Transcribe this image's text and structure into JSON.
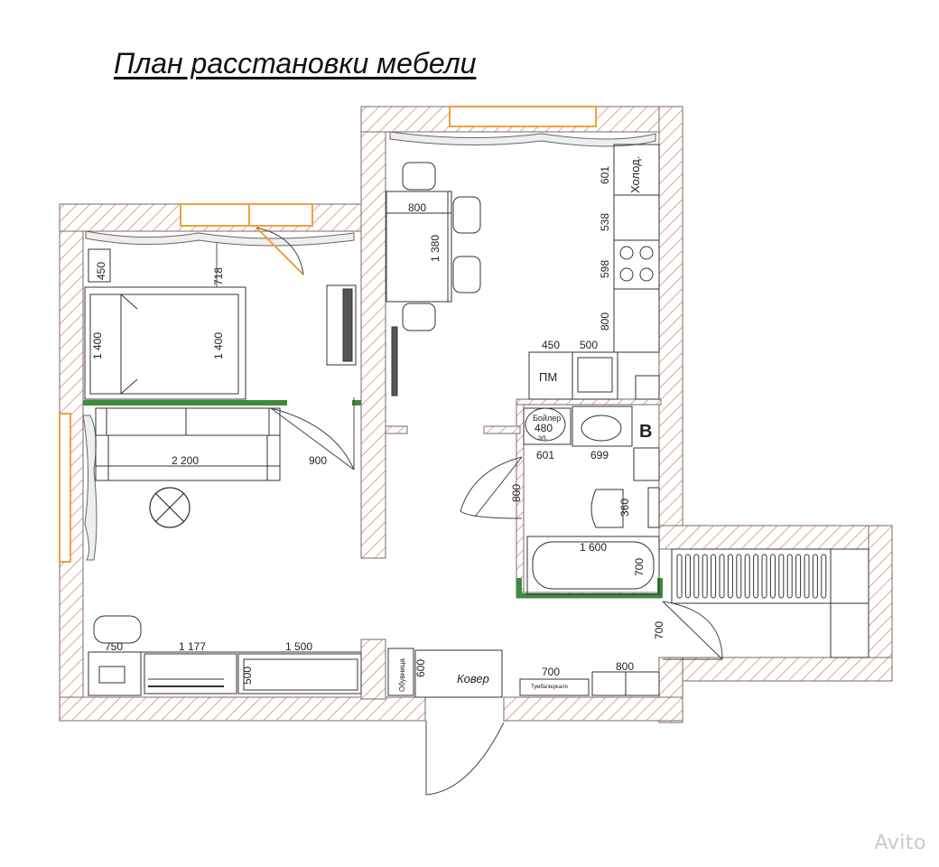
{
  "title": "План расстановки мебели",
  "labels": {
    "fridge": "Холод.",
    "dishwasher": "ПМ",
    "boiler": "Бойлер",
    "boiler_sub": "эл.",
    "b_marker": "В",
    "shoe_rack": "Обувница",
    "carpet": "Ковер",
    "cabinet_sub": "Тумба/зеркало"
  },
  "dimensions": {
    "bed_table": "450",
    "bed_top": "718",
    "bed_w1": "1 400",
    "bed_w2": "1 400",
    "sofa_len": "2 200",
    "door_900": "900",
    "table_w": "800",
    "table_l": "1 380",
    "k_601": "601",
    "k_538": "538",
    "k_598": "598",
    "k_800": "800",
    "dw_450": "450",
    "sink_500": "500",
    "boiler_480": "480",
    "b_601": "601",
    "b_699": "699",
    "b_800": "800",
    "wc_360": "360",
    "bath_1600": "1 600",
    "bath_700": "700",
    "door_700": "700",
    "desk_750": "750",
    "tv_1177": "1 177",
    "cab_1500": "1 500",
    "cab_500": "500",
    "shoe_600": "600",
    "h_700": "700",
    "h_800": "800"
  },
  "watermark": "Avito",
  "colors": {
    "wall_hatch": "#d98a80",
    "window": "#f0a040",
    "accent_green": "#3c8c3c",
    "marker_blue": "#1e3a8a"
  }
}
